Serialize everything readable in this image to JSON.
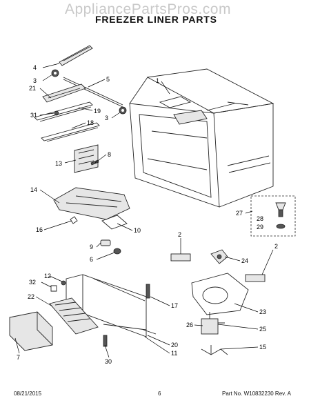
{
  "watermark": "AppliancePartsPros.com",
  "title": "FREEZER LINER PARTS",
  "footer": {
    "date": "08/21/2015",
    "page": "6",
    "part_no": "Part No. W10832230  Rev. A"
  },
  "callouts": {
    "c1": "1",
    "c2a": "2",
    "c2b": "2",
    "c3a": "3",
    "c3b": "3",
    "c4": "4",
    "c5": "5",
    "c6": "6",
    "c7": "7",
    "c8": "8",
    "c9": "9",
    "c10": "10",
    "c11": "11",
    "c12": "12",
    "c13": "13",
    "c14": "14",
    "c15": "15",
    "c16": "16",
    "c17": "17",
    "c18": "18",
    "c19": "19",
    "c20": "20",
    "c21": "21",
    "c22": "22",
    "c23": "23",
    "c24": "24",
    "c25": "25",
    "c26": "26",
    "c27": "27",
    "c28": "28",
    "c29": "29",
    "c30": "30",
    "c31": "31",
    "c32": "32"
  }
}
